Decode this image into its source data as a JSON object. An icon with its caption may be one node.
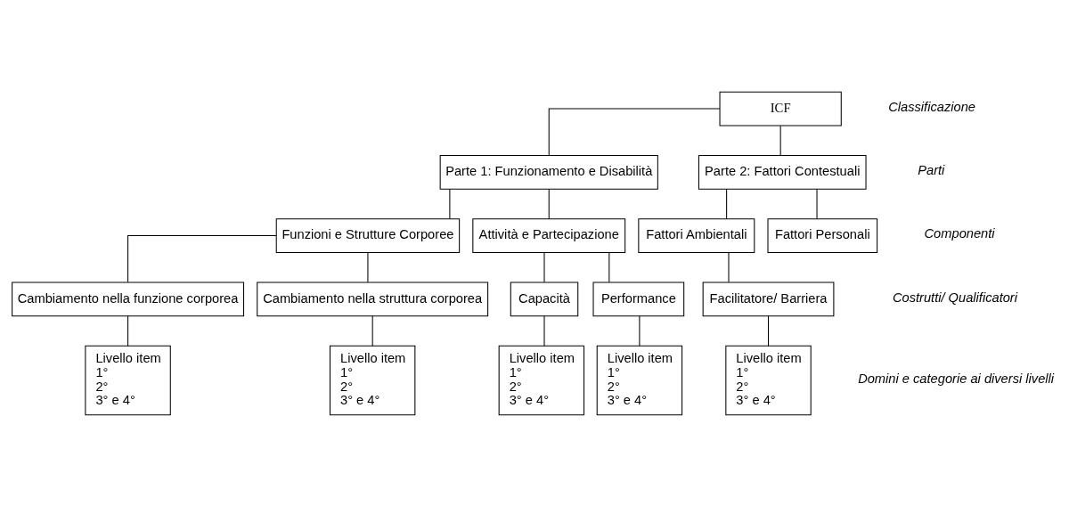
{
  "diagram": {
    "nodes": [
      {
        "text": [
          "ICF"
        ]
      },
      {
        "text": [
          "Parte 1: Funzionamento e Disabilità"
        ]
      },
      {
        "text": [
          "Parte 2: Fattori Contestuali"
        ]
      },
      {
        "text": [
          "Funzioni e Strutture Corporee"
        ]
      },
      {
        "text": [
          "Attività e Partecipazione"
        ]
      },
      {
        "text": [
          "Fattori Ambientali"
        ]
      },
      {
        "text": [
          "Fattori Personali"
        ]
      },
      {
        "text": [
          "Cambiamento nella funzione corporea"
        ]
      },
      {
        "text": [
          "Cambiamento nella struttura corporea"
        ]
      },
      {
        "text": [
          "Capacità"
        ]
      },
      {
        "text": [
          "Performance"
        ]
      },
      {
        "text": [
          "Facilitatore/ Barriera"
        ]
      },
      {
        "text": [
          "Livello item",
          "1°",
          "2°",
          "3° e 4°"
        ]
      },
      {
        "text": [
          "Livello item",
          "1°",
          "2°",
          "3° e 4°"
        ]
      },
      {
        "text": [
          "Livello item",
          "1°",
          "2°",
          "3° e 4°"
        ]
      },
      {
        "text": [
          "Livello item",
          "1°",
          "2°",
          "3° e 4°"
        ]
      },
      {
        "text": [
          "Livello item",
          "1°",
          "2°",
          "3° e 4°"
        ]
      }
    ],
    "edges": [
      {
        "from": 0,
        "to": 1,
        "arrow": "none"
      },
      {
        "from": 0,
        "to": 2,
        "arrow": "none"
      },
      {
        "from": 1,
        "to": 3,
        "arrow": "none"
      },
      {
        "from": 1,
        "to": 4,
        "arrow": "none"
      },
      {
        "from": 2,
        "to": 5,
        "arrow": "none"
      },
      {
        "from": 2,
        "to": 6,
        "arrow": "none"
      },
      {
        "from": 3,
        "to": 7,
        "arrow": "none"
      },
      {
        "from": 3,
        "to": 8,
        "arrow": "none"
      },
      {
        "from": 4,
        "to": 9,
        "arrow": "none"
      },
      {
        "from": 4,
        "to": 10,
        "arrow": "none"
      },
      {
        "from": 5,
        "to": 11,
        "arrow": "none"
      },
      {
        "from": 7,
        "to": 12,
        "arrow": "none"
      },
      {
        "from": 8,
        "to": 13,
        "arrow": "none"
      },
      {
        "from": 9,
        "to": 14,
        "arrow": "none"
      },
      {
        "from": 10,
        "to": 15,
        "arrow": "none"
      },
      {
        "from": 11,
        "to": 16,
        "arrow": "none"
      }
    ],
    "labels": [
      "Classificazione",
      "Parti",
      "Componenti",
      "Costrutti/ Qualificatori",
      "Domini e categorie ai diversi livelli"
    ]
  }
}
